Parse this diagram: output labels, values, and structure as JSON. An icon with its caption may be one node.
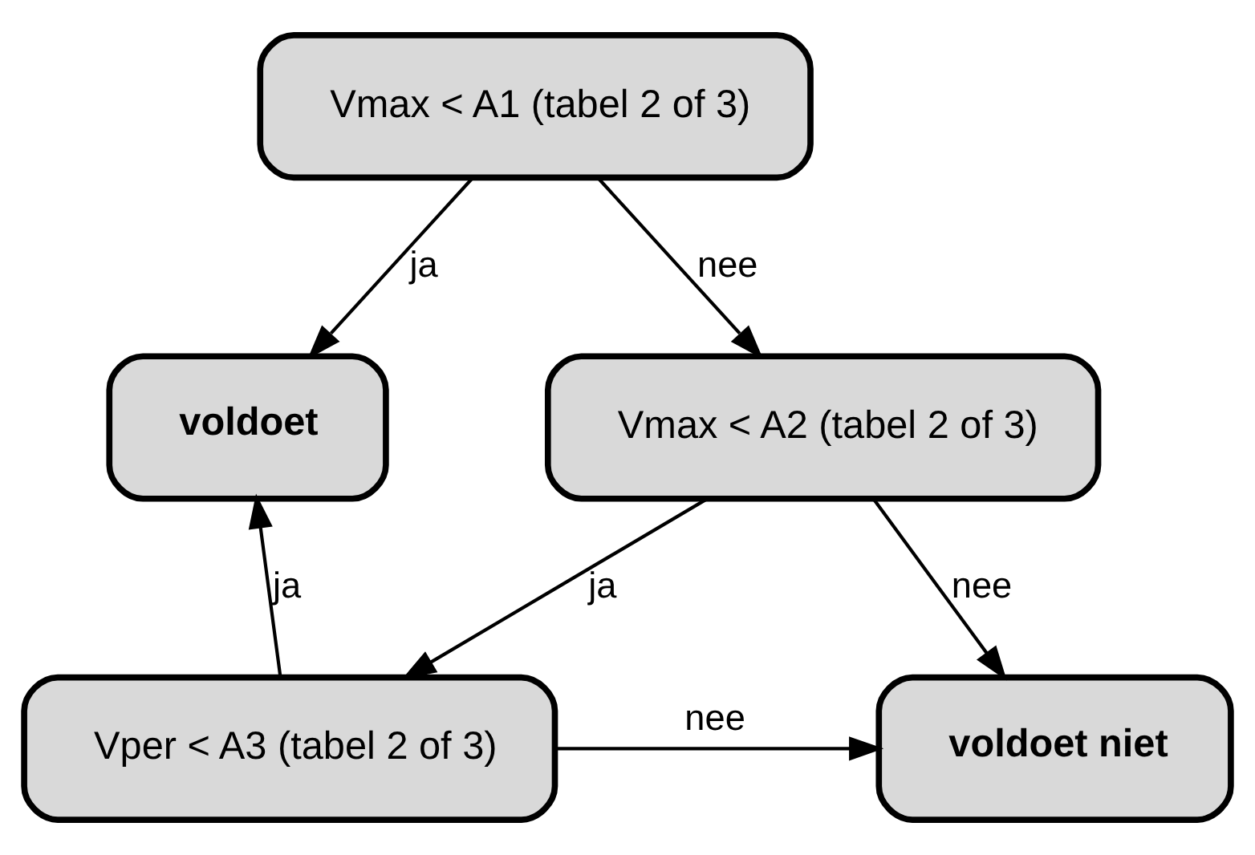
{
  "diagram": {
    "nodes": [
      {
        "text": [
          "Vmax < A1 (tabel 2 of 3)"
        ]
      },
      {
        "text": [
          "voldoet"
        ]
      },
      {
        "text": [
          "Vmax < A2 (tabel 2 of 3)"
        ]
      },
      {
        "text": [
          "Vper < A3 (tabel 2 of 3)"
        ]
      },
      {
        "text": [
          "voldoet niet"
        ]
      }
    ],
    "edges": [
      {
        "from": 0,
        "to": 1,
        "arrow": "to",
        "label": "ja"
      },
      {
        "from": 0,
        "to": 2,
        "arrow": "to",
        "label": "nee"
      },
      {
        "from": 2,
        "to": 3,
        "arrow": "to",
        "label": "ja"
      },
      {
        "from": 2,
        "to": 4,
        "arrow": "to",
        "label": "nee"
      },
      {
        "from": 3,
        "to": 1,
        "arrow": "to",
        "label": "ja"
      },
      {
        "from": 3,
        "to": 4,
        "arrow": "to",
        "label": "nee"
      }
    ]
  }
}
